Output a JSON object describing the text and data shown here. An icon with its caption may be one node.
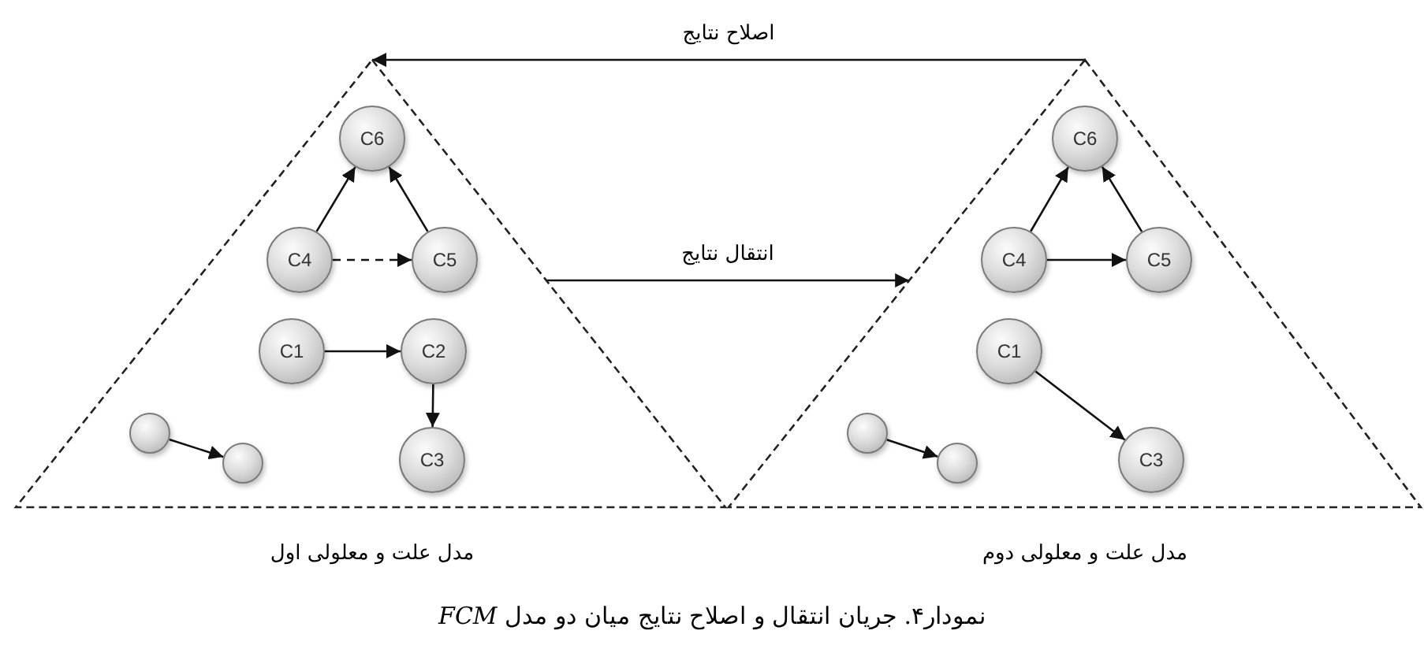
{
  "diagram": {
    "caption": "نمودار۴. جریان انتقال و اصلاح نتایج میان دو مدل *FCM*",
    "nodes": [
      {
        "text": [
          "مدل علت و معلولی اول"
        ]
      },
      {
        "text": [
          "C6"
        ],
        "in": 0
      },
      {
        "text": [
          "C4"
        ],
        "in": 0
      },
      {
        "text": [
          "C5"
        ],
        "in": 0
      },
      {
        "text": [
          "C1"
        ],
        "in": 0
      },
      {
        "text": [
          "C2"
        ],
        "in": 0
      },
      {
        "text": [
          "C3"
        ],
        "in": 0
      },
      {
        "text": [],
        "shape": "circle",
        "in": 0
      },
      {
        "text": [],
        "shape": "circle",
        "in": 0
      },
      {
        "text": [
          "مدل علت و معلولی دوم"
        ]
      },
      {
        "text": [
          "C6"
        ],
        "in": 9
      },
      {
        "text": [
          "C4"
        ],
        "in": 9
      },
      {
        "text": [
          "C5"
        ],
        "in": 9
      },
      {
        "text": [
          "C1"
        ],
        "in": 9
      },
      {
        "text": [
          "C3"
        ],
        "in": 9
      },
      {
        "text": [],
        "shape": "circle",
        "in": 9
      },
      {
        "text": [],
        "shape": "circle",
        "in": 9
      }
    ],
    "edges": [
      {
        "from": 2,
        "to": 1,
        "arrow": "to"
      },
      {
        "from": 3,
        "to": 1,
        "arrow": "to"
      },
      {
        "from": 2,
        "to": 3,
        "arrow": "to",
        "style": "dashed"
      },
      {
        "from": 4,
        "to": 5,
        "arrow": "to"
      },
      {
        "from": 5,
        "to": 6,
        "arrow": "to"
      },
      {
        "from": 7,
        "to": 8,
        "arrow": "to"
      },
      {
        "from": 11,
        "to": 10,
        "arrow": "to"
      },
      {
        "from": 12,
        "to": 10,
        "arrow": "to"
      },
      {
        "from": 11,
        "to": 12,
        "arrow": "to"
      },
      {
        "from": 13,
        "to": 14,
        "arrow": "to"
      },
      {
        "from": 15,
        "to": 16,
        "arrow": "to"
      },
      {
        "from": 9,
        "to": 0,
        "arrow": "to",
        "label": "اصلاح نتایج"
      },
      {
        "from": 0,
        "to": 9,
        "arrow": "to",
        "label": "انتقال نتایج"
      }
    ]
  }
}
